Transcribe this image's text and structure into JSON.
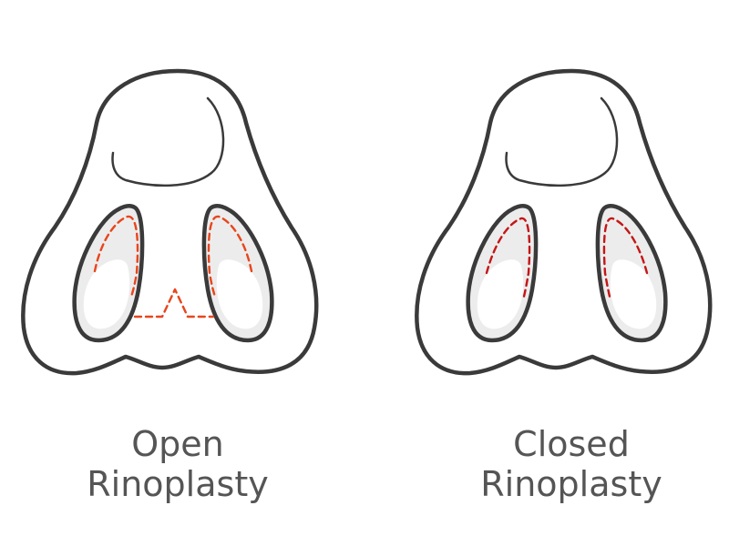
{
  "colors": {
    "outline": "#3a3a3a",
    "nostril_fill": "#ececec",
    "nostril_highlight": "#ffffff",
    "incision_open": "#e8451c",
    "incision_closed": "#c41616",
    "label": "#555555"
  },
  "labels": {
    "open": {
      "line1": "Open",
      "line2": "Rinoplasty"
    },
    "closed": {
      "line1": "Closed",
      "line2": "Rinoplasty"
    }
  }
}
